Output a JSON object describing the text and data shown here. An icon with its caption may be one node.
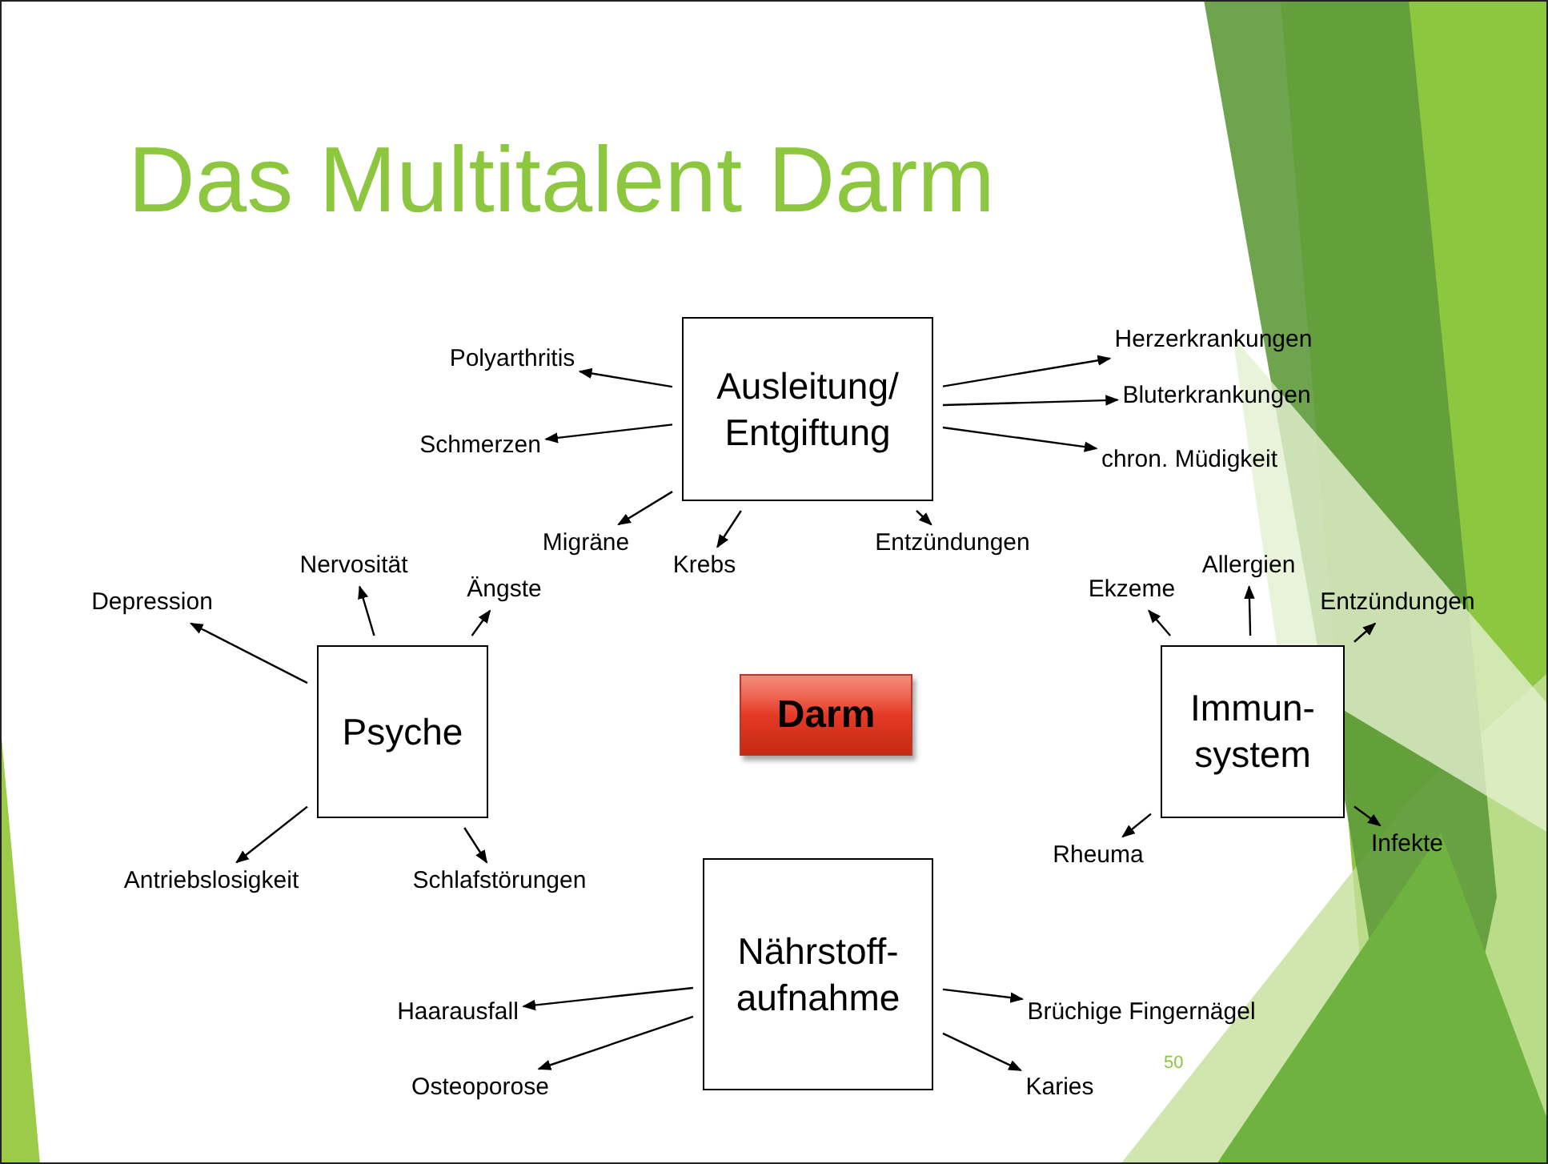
{
  "diagram": {
    "title": "Das Multitalent Darm",
    "nodes": [
      {
        "text": [
          "Ausleitung/ Entgiftung"
        ]
      },
      {
        "text": [
          "Psyche"
        ]
      },
      {
        "text": [
          "Darm"
        ]
      },
      {
        "text": [
          "Immun- system"
        ]
      },
      {
        "text": [
          "Nährstoff- aufnahme"
        ]
      },
      {
        "text": [
          "Polyarthritis"
        ]
      },
      {
        "text": [
          "Schmerzen"
        ]
      },
      {
        "text": [
          "Herzerkrankungen"
        ]
      },
      {
        "text": [
          "Bluterkrankungen"
        ]
      },
      {
        "text": [
          "chron. Müdigkeit"
        ]
      },
      {
        "text": [
          "Migräne"
        ]
      },
      {
        "text": [
          "Krebs"
        ]
      },
      {
        "text": [
          "Entzündungen"
        ]
      },
      {
        "text": [
          "Depression"
        ]
      },
      {
        "text": [
          "Nervosität"
        ]
      },
      {
        "text": [
          "Ängste"
        ]
      },
      {
        "text": [
          "Antriebslosigkeit"
        ]
      },
      {
        "text": [
          "Schlafstörungen"
        ]
      },
      {
        "text": [
          "Ekzeme"
        ]
      },
      {
        "text": [
          "Allergien"
        ]
      },
      {
        "text": [
          "Entzündungen"
        ]
      },
      {
        "text": [
          "Rheuma"
        ]
      },
      {
        "text": [
          "Infekte"
        ]
      },
      {
        "text": [
          "Haarausfall"
        ]
      },
      {
        "text": [
          "Osteoporose"
        ]
      },
      {
        "text": [
          "Brüchige Fingernägel"
        ]
      },
      {
        "text": [
          "Karies"
        ]
      }
    ],
    "edges": [
      {
        "from": 0,
        "to": 5,
        "arrow": "to"
      },
      {
        "from": 0,
        "to": 6,
        "arrow": "to"
      },
      {
        "from": 0,
        "to": 7,
        "arrow": "to"
      },
      {
        "from": 0,
        "to": 8,
        "arrow": "to"
      },
      {
        "from": 0,
        "to": 9,
        "arrow": "to"
      },
      {
        "from": 0,
        "to": 10,
        "arrow": "to"
      },
      {
        "from": 0,
        "to": 11,
        "arrow": "to"
      },
      {
        "from": 0,
        "to": 12,
        "arrow": "to"
      },
      {
        "from": 1,
        "to": 13,
        "arrow": "to"
      },
      {
        "from": 1,
        "to": 14,
        "arrow": "to"
      },
      {
        "from": 1,
        "to": 15,
        "arrow": "to"
      },
      {
        "from": 1,
        "to": 16,
        "arrow": "to"
      },
      {
        "from": 1,
        "to": 17,
        "arrow": "to"
      },
      {
        "from": 3,
        "to": 18,
        "arrow": "to"
      },
      {
        "from": 3,
        "to": 19,
        "arrow": "to"
      },
      {
        "from": 3,
        "to": 20,
        "arrow": "to"
      },
      {
        "from": 3,
        "to": 21,
        "arrow": "to"
      },
      {
        "from": 3,
        "to": 22,
        "arrow": "to"
      },
      {
        "from": 4,
        "to": 23,
        "arrow": "to"
      },
      {
        "from": 4,
        "to": 24,
        "arrow": "to"
      },
      {
        "from": 4,
        "to": 25,
        "arrow": "to"
      },
      {
        "from": 4,
        "to": 26,
        "arrow": "to"
      }
    ],
    "labels": [
      "50"
    ]
  }
}
